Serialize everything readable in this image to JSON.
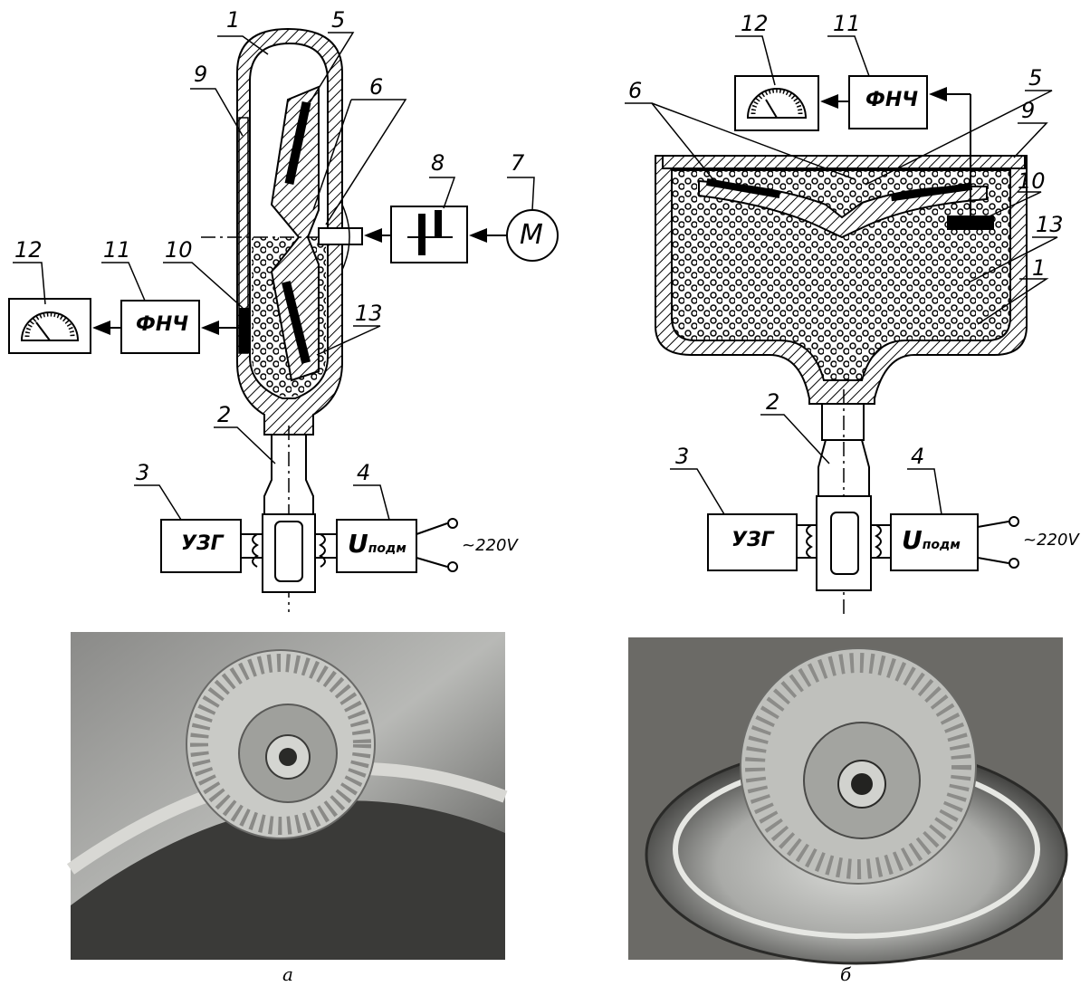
{
  "left_scheme": {
    "labels": [
      "1",
      "5",
      "9",
      "6",
      "8",
      "7",
      "12",
      "11",
      "10",
      "13",
      "2",
      "3",
      "4"
    ],
    "lpf_label": "ФНЧ",
    "gen_label": "УЗГ",
    "supply_label_main": "U",
    "supply_label_sub": "подм",
    "motor_label": "M",
    "voltage_label": "220V"
  },
  "right_scheme": {
    "labels": [
      "12",
      "11",
      "5",
      "6",
      "9",
      "10",
      "13",
      "1",
      "2",
      "3",
      "4"
    ],
    "lpf_label": "ФНЧ",
    "gen_label": "УЗГ",
    "supply_label_main": "U",
    "supply_label_sub": "подм",
    "voltage_label": "220V"
  },
  "captions": {
    "left": "a",
    "right": "б"
  },
  "colors": {
    "ink": "#000000",
    "paper": "#ffffff"
  },
  "icons": {
    "meter": "dial-gauge-icon",
    "terminal": "terminal-icon"
  }
}
